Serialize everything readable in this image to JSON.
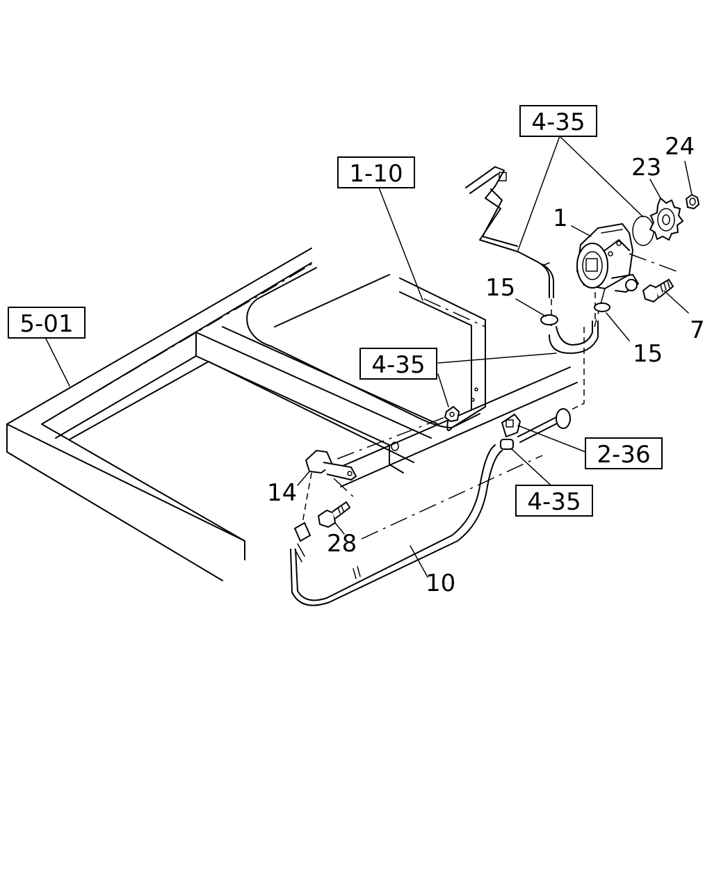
{
  "references": {
    "ref_4_35_top": "4-35",
    "ref_1_10": "1-10",
    "ref_5_01": "5-01",
    "ref_4_35_mid": "4-35",
    "ref_2_36": "2-36",
    "ref_4_35_bottom": "4-35"
  },
  "parts": {
    "p1": "1",
    "p7": "7",
    "p10": "10",
    "p14": "14",
    "p15_upper": "15",
    "p15_lower": "15",
    "p23": "23",
    "p24": "24",
    "p28": "28"
  }
}
